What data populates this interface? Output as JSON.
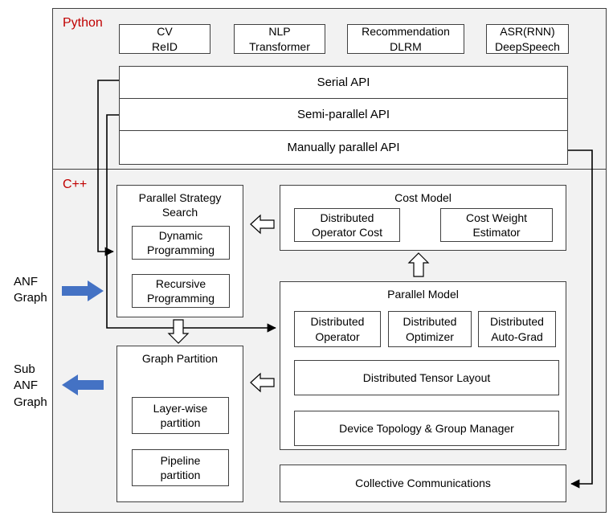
{
  "colors": {
    "section_label_red": "#c00000",
    "blue_arrow": "#4472c4",
    "box_border": "#404040",
    "canvas_background": "#f2f2f2"
  },
  "python_section": {
    "label": "Python",
    "apps": [
      {
        "label": "CV\nReID"
      },
      {
        "label": "NLP\nTransformer"
      },
      {
        "label": "Recommendation\nDLRM"
      },
      {
        "label": "ASR(RNN)\nDeepSpeech"
      }
    ],
    "apis": [
      {
        "label": "Serial API"
      },
      {
        "label": "Semi-parallel API"
      },
      {
        "label": "Manually parallel API"
      }
    ]
  },
  "cpp_section": {
    "label": "C++",
    "parallel_strategy_search": {
      "title": "Parallel Strategy\nSearch",
      "items": [
        {
          "label": "Dynamic\nProgramming"
        },
        {
          "label": "Recursive\nProgramming"
        }
      ]
    },
    "cost_model": {
      "title": "Cost Model",
      "items": [
        {
          "label": "Distributed\nOperator Cost"
        },
        {
          "label": "Cost Weight\nEstimator"
        }
      ]
    },
    "parallel_model": {
      "title": "Parallel Model",
      "row_items": [
        {
          "label": "Distributed\nOperator"
        },
        {
          "label": "Distributed\nOptimizer"
        },
        {
          "label": "Distributed\nAuto-Grad"
        }
      ],
      "wide_items": [
        {
          "label": "Distributed Tensor Layout"
        },
        {
          "label": "Device Topology & Group Manager"
        }
      ]
    },
    "graph_partition": {
      "title": "Graph Partition",
      "items": [
        {
          "label": "Layer-wise\npartition"
        },
        {
          "label": "Pipeline\npartition"
        }
      ]
    },
    "collective_communications": {
      "label": "Collective Communications"
    }
  },
  "external": {
    "anf_graph_label": "ANF\nGraph",
    "sub_anf_graph_label": "Sub\nANF\nGraph"
  }
}
